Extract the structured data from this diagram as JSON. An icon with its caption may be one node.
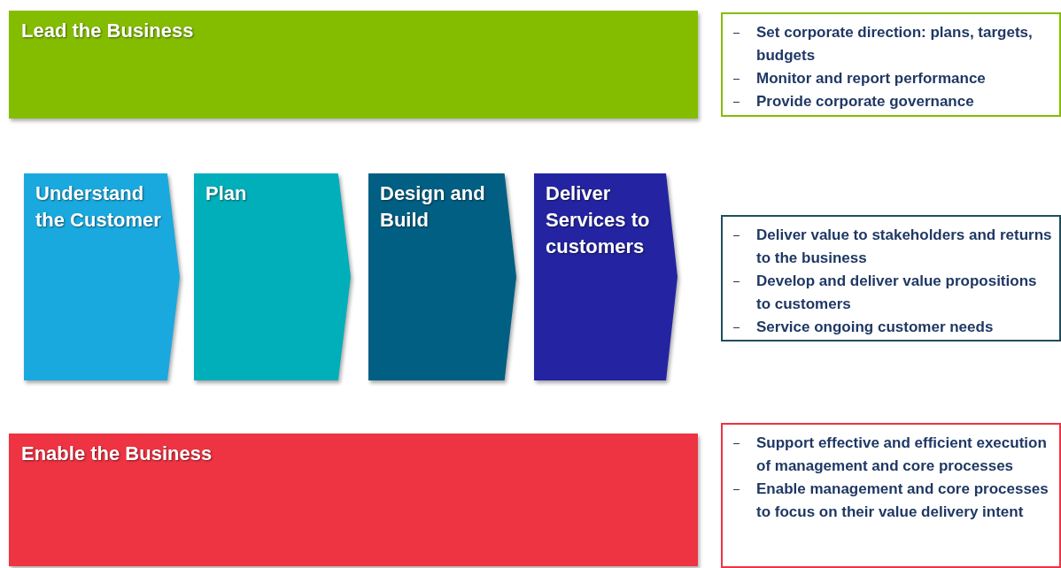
{
  "diagram": {
    "nodes": [
      {
        "text": [
          "Lead the Business"
        ]
      },
      {
        "text": [
          "Set corporate direction: plans, targets, budgets",
          "Monitor and report performance",
          "Provide corporate governance"
        ]
      },
      {
        "text": [
          "Understand the Customer"
        ]
      },
      {
        "text": [
          "Plan"
        ]
      },
      {
        "text": [
          "Design and Build"
        ]
      },
      {
        "text": [
          "Deliver Services to customers"
        ]
      },
      {
        "text": [
          "Deliver value to stakeholders and returns to the business",
          "Develop and deliver value propositions to customers",
          "Service ongoing customer needs"
        ]
      },
      {
        "text": [
          "Enable the Business"
        ]
      },
      {
        "text": [
          "Support effective and efficient execution of management and core processes",
          "Enable management and core processes to focus on their value delivery intent"
        ]
      }
    ]
  }
}
